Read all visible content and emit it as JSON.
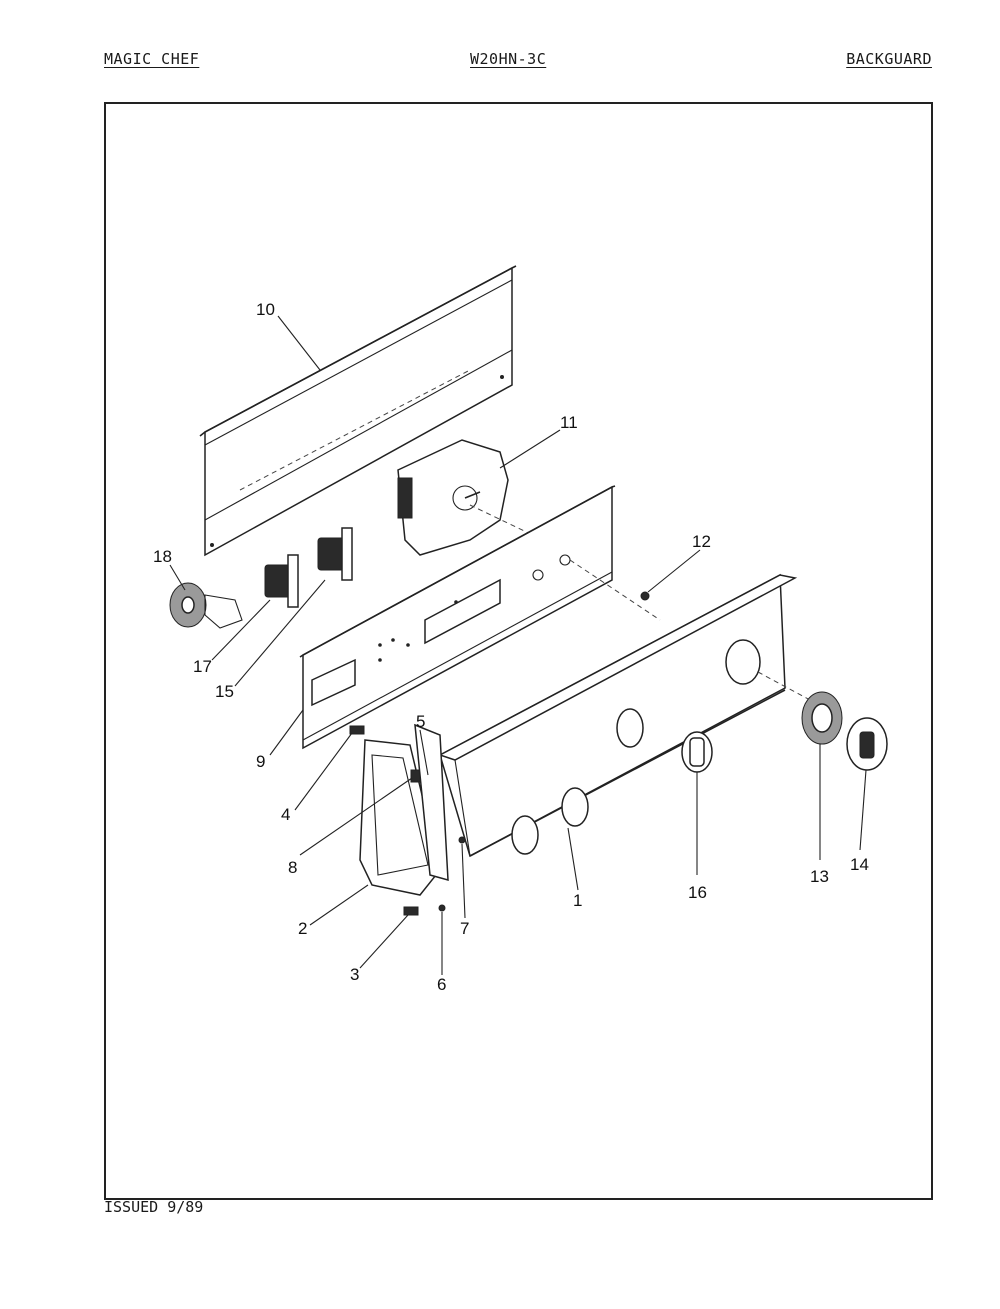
{
  "header": {
    "brand": "MAGIC CHEF",
    "model": "W20HN-3C",
    "section": "BACKGUARD"
  },
  "footer": {
    "issued": "ISSUED 9/89"
  },
  "diagram": {
    "callouts": [
      "10",
      "11",
      "12",
      "18",
      "17",
      "15",
      "9",
      "5",
      "4",
      "8",
      "2",
      "3",
      "6",
      "7",
      "1",
      "16",
      "13",
      "14"
    ]
  }
}
